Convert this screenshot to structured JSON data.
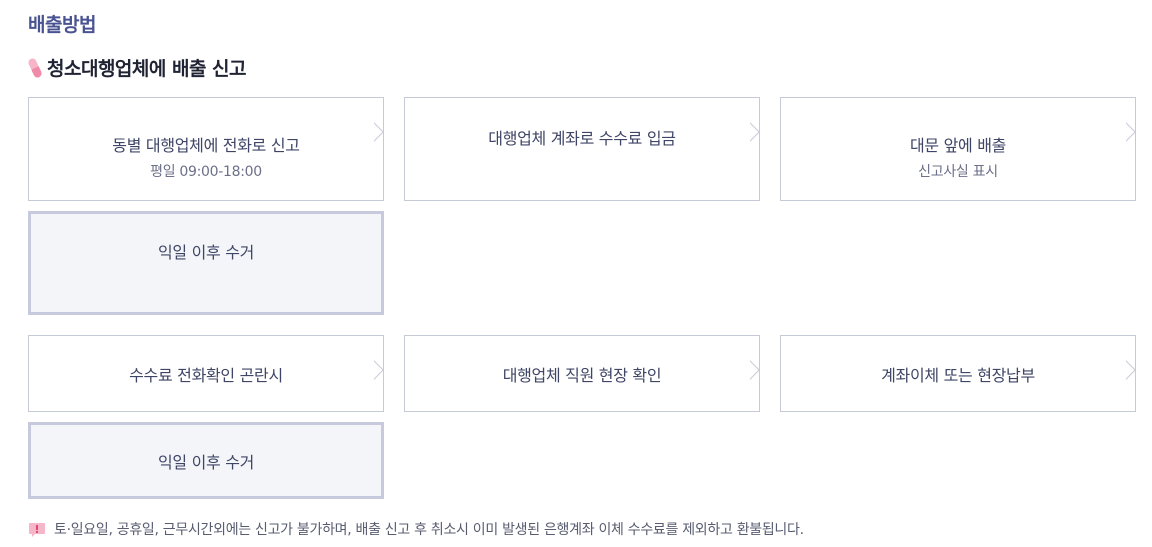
{
  "header": {
    "title": "배출방법",
    "section_title": "청소대행업체에 배출 신고"
  },
  "flow1": {
    "step1": {
      "main": "동별 대행업체에 전화로 신고",
      "sub": "평일 09:00-18:00"
    },
    "step2": {
      "main": "대행업체 계좌로 수수료 입금"
    },
    "step3": {
      "main": "대문 앞에 배출",
      "sub": "신고사실 표시"
    },
    "result": {
      "main": "익일 이후 수거"
    }
  },
  "flow2": {
    "step1": {
      "main": "수수료 전화확인 곤란시"
    },
    "step2": {
      "main": "대행업체 직원 현장 확인"
    },
    "step3": {
      "main": "계좌이체 또는 현장납부"
    },
    "result": {
      "main": "익일 이후 수거"
    }
  },
  "notice": {
    "text": "토·일요일, 공휴일, 근무시간외에는 신고가 불가하며, 배출 신고 후 취소시 이미 발생된 은행계좌 이체 수수료를 제외하고 환불됩니다."
  },
  "colors": {
    "title": "#4a5391",
    "box_border": "#c6c9d6",
    "result_bg": "#f4f5f9",
    "warn": "#f07a9c"
  },
  "icons": {
    "section": "pill-icon",
    "notice": "warning-icon"
  }
}
